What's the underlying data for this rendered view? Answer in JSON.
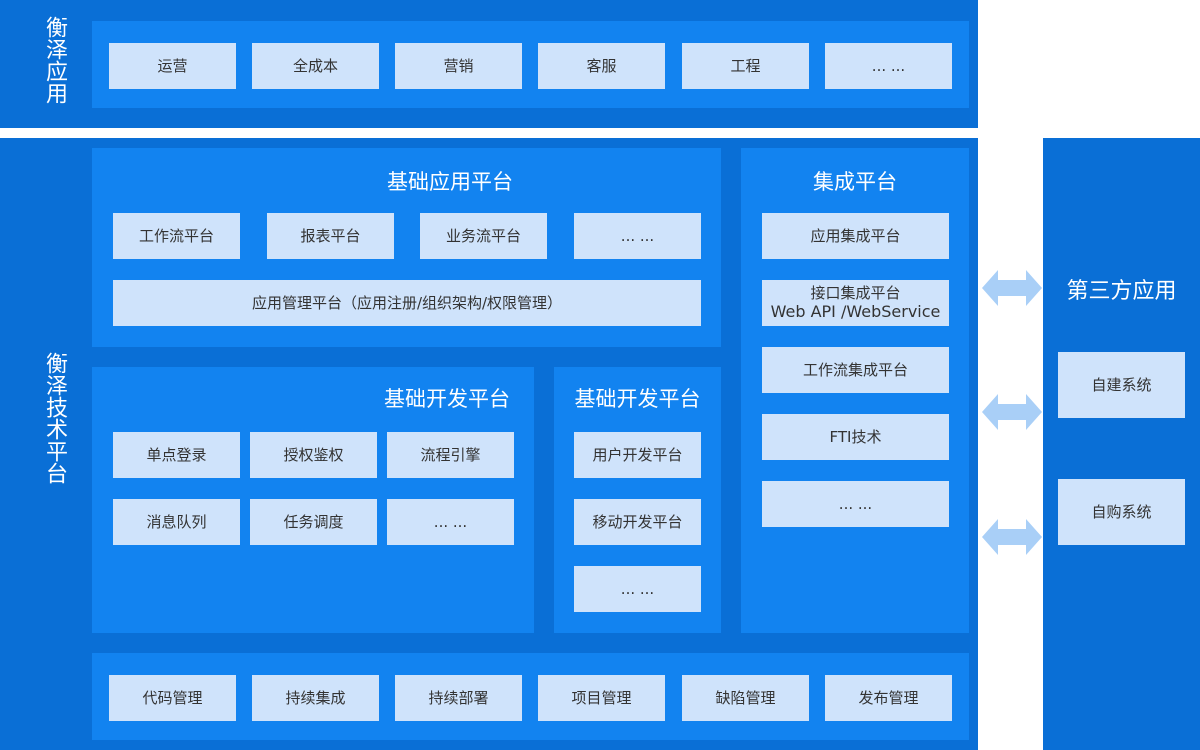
{
  "colors": {
    "outer": "#0a6fd6",
    "panel": "#1283f0",
    "box": "#cfe3fb",
    "arrow": "#a9cff7",
    "text_light": "#ffffff",
    "text_dark": "#333333"
  },
  "top": {
    "label": "衡泽应用",
    "boxes": [
      "运营",
      "全成本",
      "营销",
      "客服",
      "工程",
      "... ..."
    ]
  },
  "tech": {
    "label": "衡泽技术平台",
    "base_app": {
      "title": "基础应用平台",
      "boxes": [
        "工作流平台",
        "报表平台",
        "业务流平台",
        "... ..."
      ],
      "wide_box": "应用管理平台（应用注册/组织架构/权限管理）"
    },
    "base_dev": {
      "title": "基础开发平台",
      "boxes": [
        "单点登录",
        "授权鉴权",
        "流程引擎",
        "消息队列",
        "任务调度",
        "... ..."
      ]
    },
    "base_dev2": {
      "title": "基础开发平台",
      "boxes": [
        "用户开发平台",
        "移动开发平台",
        "... ..."
      ]
    },
    "integration": {
      "title": "集成平台",
      "boxes": [
        {
          "line1": "应用集成平台",
          "line2": ""
        },
        {
          "line1": "接口集成平台",
          "line2": "Web API /WebService"
        },
        {
          "line1": "工作流集成平台",
          "line2": ""
        },
        {
          "line1": "FTI技术",
          "line2": ""
        },
        {
          "line1": "... ...",
          "line2": ""
        }
      ]
    },
    "devops": {
      "boxes": [
        "代码管理",
        "持续集成",
        "持续部署",
        "项目管理",
        "缺陷管理",
        "发布管理"
      ]
    }
  },
  "third_party": {
    "title": "第三方应用",
    "boxes": [
      "自建系统",
      "自购系统"
    ]
  },
  "arrow_icon": "double-arrow-icon"
}
